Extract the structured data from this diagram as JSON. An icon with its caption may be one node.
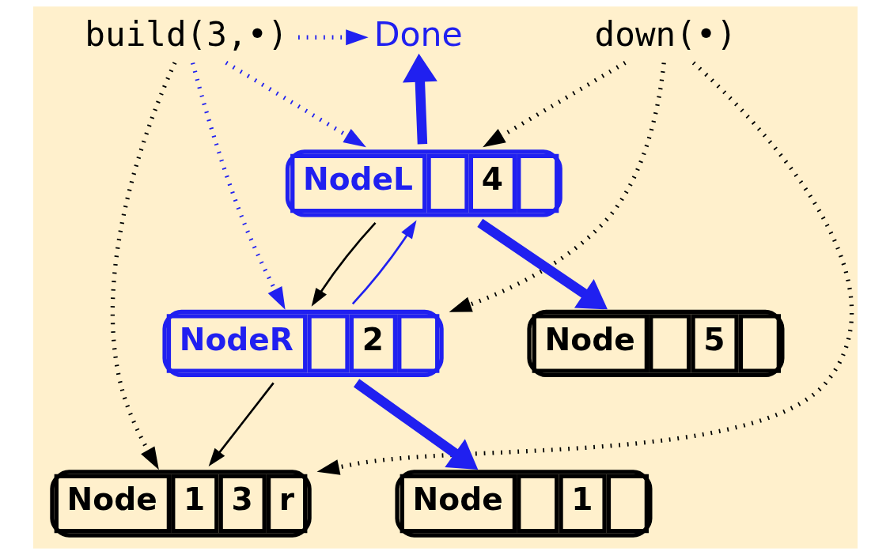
{
  "diagram": {
    "nodes": [
      {
        "text": [
          "down(•)"
        ]
      },
      {
        "text": [
          "build(3,•)"
        ]
      },
      {
        "text": [
          "Done"
        ]
      },
      {
        "text": [
          "NodeL",
          "4"
        ]
      },
      {
        "text": [
          "NodeR",
          "2"
        ]
      },
      {
        "text": [
          "Node",
          "5"
        ]
      },
      {
        "text": [
          "Node",
          "1"
        ]
      },
      {
        "text": [
          "Node",
          "1",
          "3",
          "r"
        ]
      }
    ],
    "edges": [
      {
        "from": 3,
        "to": 4,
        "arrow": "to",
        "color": "#000000"
      },
      {
        "from": 3,
        "to": 5,
        "arrow": "to",
        "style": "thick",
        "color": "#2020f0"
      },
      {
        "from": 4,
        "to": 6,
        "arrow": "to",
        "style": "thick",
        "color": "#2020f0"
      },
      {
        "from": 4,
        "to": 7,
        "arrow": "to",
        "color": "#000000"
      },
      {
        "from": 4,
        "to": 3,
        "arrow": "to",
        "color": "#2020f0"
      },
      {
        "from": 3,
        "to": 2,
        "arrow": "to",
        "style": "thick",
        "color": "#2020f0"
      },
      {
        "from": 0,
        "to": 3,
        "arrow": "to",
        "style": "dashed",
        "color": "#000000"
      },
      {
        "from": 0,
        "to": 4,
        "arrow": "to",
        "style": "dashed",
        "color": "#000000"
      },
      {
        "from": 0,
        "to": 7,
        "arrow": "to",
        "style": "dashed",
        "color": "#000000"
      },
      {
        "from": 1,
        "to": 7,
        "arrow": "to",
        "style": "dashed",
        "color": "#000000"
      },
      {
        "from": 1,
        "to": 4,
        "arrow": "to",
        "style": "dashed",
        "color": "#2020f0"
      },
      {
        "from": 1,
        "to": 3,
        "arrow": "to",
        "style": "dashed",
        "color": "#2020f0"
      },
      {
        "from": 1,
        "to": 2,
        "arrow": "to",
        "style": "dashed",
        "color": "#2020f0"
      }
    ]
  }
}
